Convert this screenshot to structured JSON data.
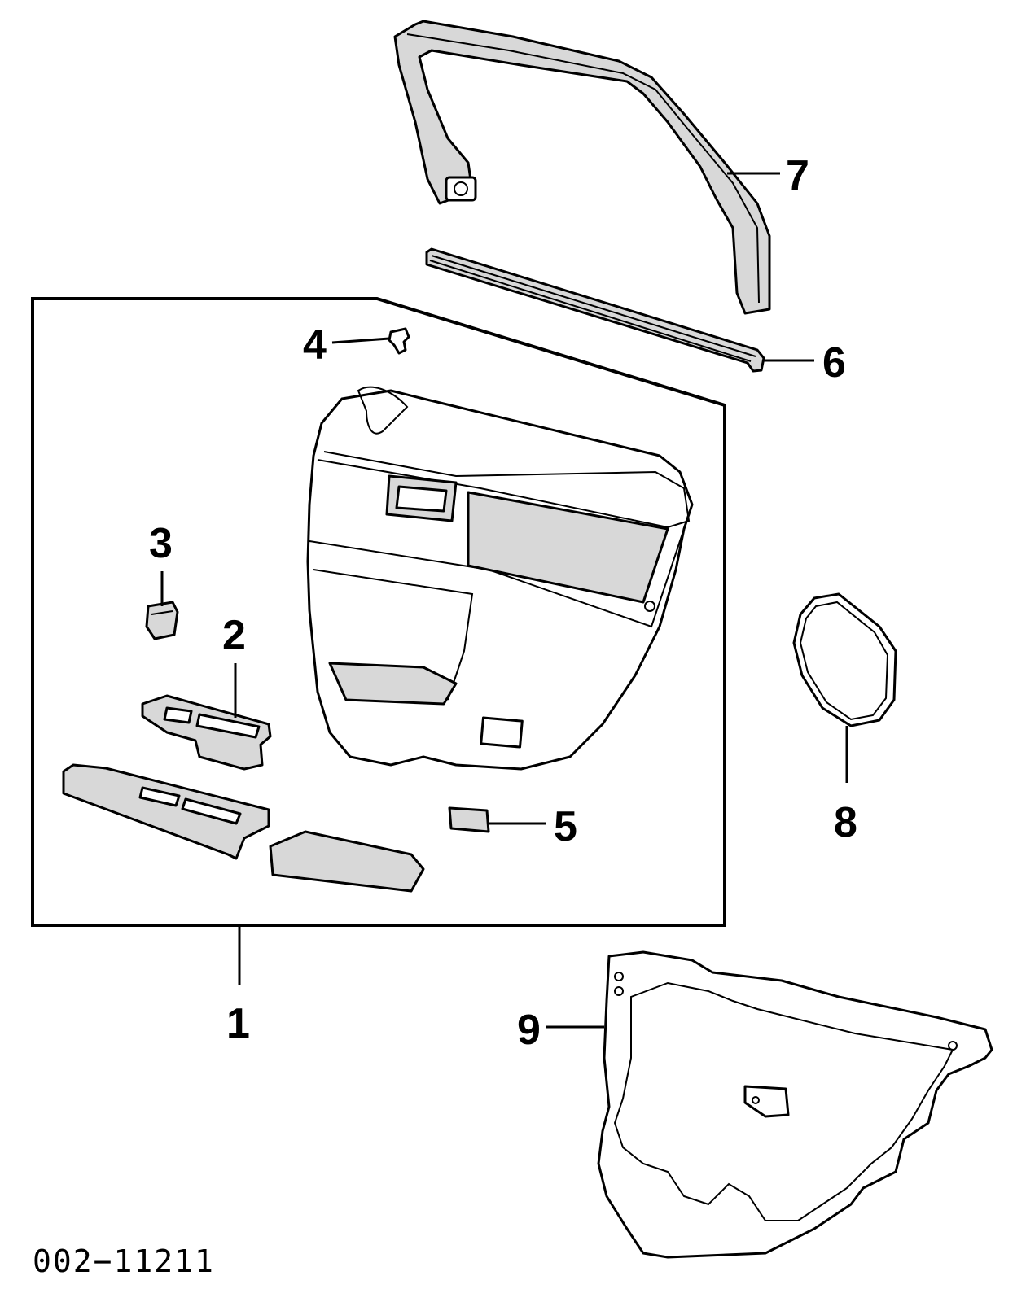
{
  "diagram": {
    "callouts": {
      "c1": "1",
      "c2": "2",
      "c3": "3",
      "c4": "4",
      "c5": "5",
      "c6": "6",
      "c7": "7",
      "c8": "8",
      "c9": "9"
    },
    "drawing_code": "002−11211"
  }
}
